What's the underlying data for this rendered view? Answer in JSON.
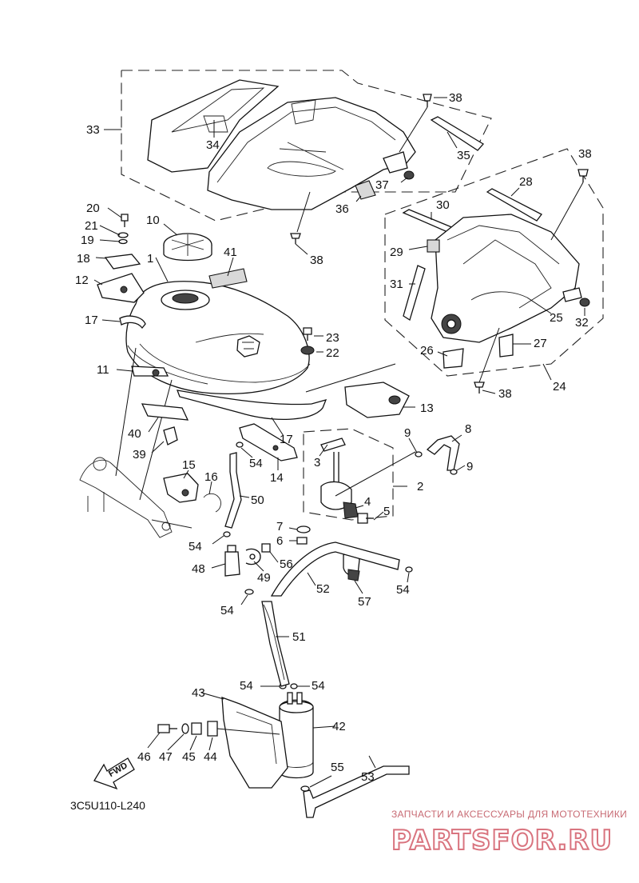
{
  "diagram": {
    "labels": [
      {
        "id": "1",
        "text": "1"
      },
      {
        "id": "2",
        "text": "2"
      },
      {
        "id": "3",
        "text": "3"
      },
      {
        "id": "4",
        "text": "4"
      },
      {
        "id": "5",
        "text": "5"
      },
      {
        "id": "6",
        "text": "6"
      },
      {
        "id": "7",
        "text": "7"
      },
      {
        "id": "8",
        "text": "8"
      },
      {
        "id": "9a",
        "text": "9"
      },
      {
        "id": "9b",
        "text": "9"
      },
      {
        "id": "10",
        "text": "10"
      },
      {
        "id": "11",
        "text": "11"
      },
      {
        "id": "12",
        "text": "12"
      },
      {
        "id": "13",
        "text": "13"
      },
      {
        "id": "14",
        "text": "14"
      },
      {
        "id": "15",
        "text": "15"
      },
      {
        "id": "16",
        "text": "16"
      },
      {
        "id": "17a",
        "text": "17"
      },
      {
        "id": "17b",
        "text": "17"
      },
      {
        "id": "18",
        "text": "18"
      },
      {
        "id": "19",
        "text": "19"
      },
      {
        "id": "20",
        "text": "20"
      },
      {
        "id": "21",
        "text": "21"
      },
      {
        "id": "22",
        "text": "22"
      },
      {
        "id": "23",
        "text": "23"
      },
      {
        "id": "24",
        "text": "24"
      },
      {
        "id": "25",
        "text": "25"
      },
      {
        "id": "26",
        "text": "26"
      },
      {
        "id": "27",
        "text": "27"
      },
      {
        "id": "28",
        "text": "28"
      },
      {
        "id": "29",
        "text": "29"
      },
      {
        "id": "30",
        "text": "30"
      },
      {
        "id": "31",
        "text": "31"
      },
      {
        "id": "32",
        "text": "32"
      },
      {
        "id": "33",
        "text": "33"
      },
      {
        "id": "34",
        "text": "34"
      },
      {
        "id": "35",
        "text": "35"
      },
      {
        "id": "36",
        "text": "36"
      },
      {
        "id": "37",
        "text": "37"
      },
      {
        "id": "38a",
        "text": "38"
      },
      {
        "id": "38b",
        "text": "38"
      },
      {
        "id": "38c",
        "text": "38"
      },
      {
        "id": "38d",
        "text": "38"
      },
      {
        "id": "39",
        "text": "39"
      },
      {
        "id": "40",
        "text": "40"
      },
      {
        "id": "41",
        "text": "41"
      },
      {
        "id": "42",
        "text": "42"
      },
      {
        "id": "43",
        "text": "43"
      },
      {
        "id": "44",
        "text": "44"
      },
      {
        "id": "45",
        "text": "45"
      },
      {
        "id": "46",
        "text": "46"
      },
      {
        "id": "47",
        "text": "47"
      },
      {
        "id": "48",
        "text": "48"
      },
      {
        "id": "49",
        "text": "49"
      },
      {
        "id": "50",
        "text": "50"
      },
      {
        "id": "51",
        "text": "51"
      },
      {
        "id": "52",
        "text": "52"
      },
      {
        "id": "53",
        "text": "53"
      },
      {
        "id": "54a",
        "text": "54"
      },
      {
        "id": "54b",
        "text": "54"
      },
      {
        "id": "54c",
        "text": "54"
      },
      {
        "id": "54d",
        "text": "54"
      },
      {
        "id": "54e",
        "text": "54"
      },
      {
        "id": "54f",
        "text": "54"
      },
      {
        "id": "55",
        "text": "55"
      },
      {
        "id": "56",
        "text": "56"
      },
      {
        "id": "57",
        "text": "57"
      }
    ],
    "diagram_code": "3C5U110-L240",
    "fwd_label": "FWD"
  },
  "watermark": {
    "tagline": "ЗАПЧАСТИ И АКСЕССУАРЫ ДЛЯ МОТОТЕХНИКИ",
    "brand": "PARTSFOR.RU",
    "color": "#d9747f"
  }
}
